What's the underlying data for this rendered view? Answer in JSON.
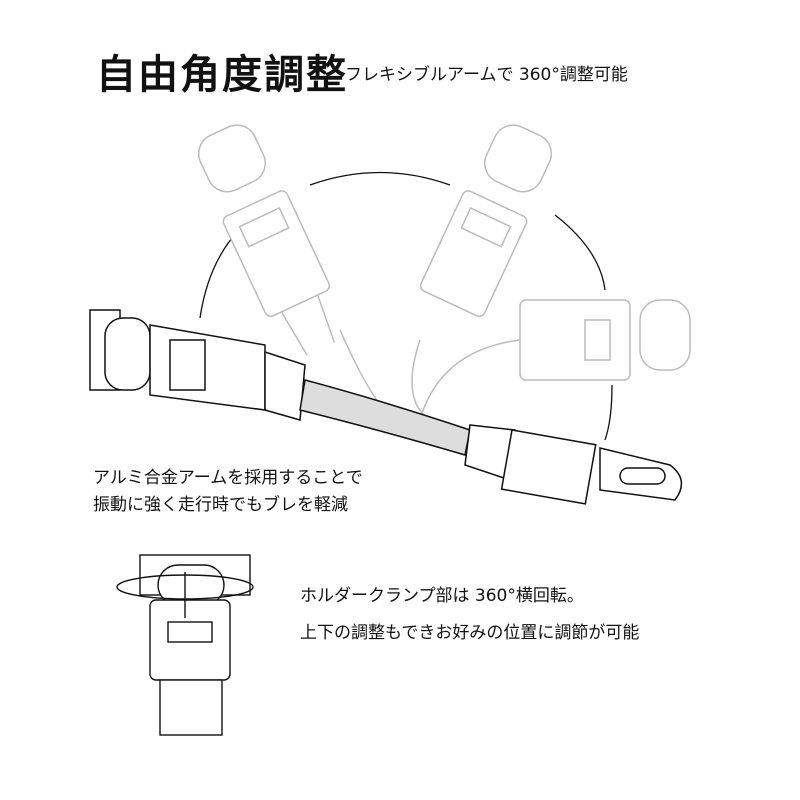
{
  "header": {
    "title": "自由角度調整",
    "subtitle": "フレキシブルアームで 360°調整可能"
  },
  "arm_caption": {
    "line1": "アルミ合金アームを採用することで",
    "line2": "振動に強く走行時でもブレを軽減"
  },
  "holder_caption": {
    "line1": "ホルダークランプ部は 360°横回転。",
    "line2": "上下の調整もできお好みの位置に調節が可能"
  },
  "colors": {
    "line": "#111111",
    "faded": "#bbbbbb"
  }
}
